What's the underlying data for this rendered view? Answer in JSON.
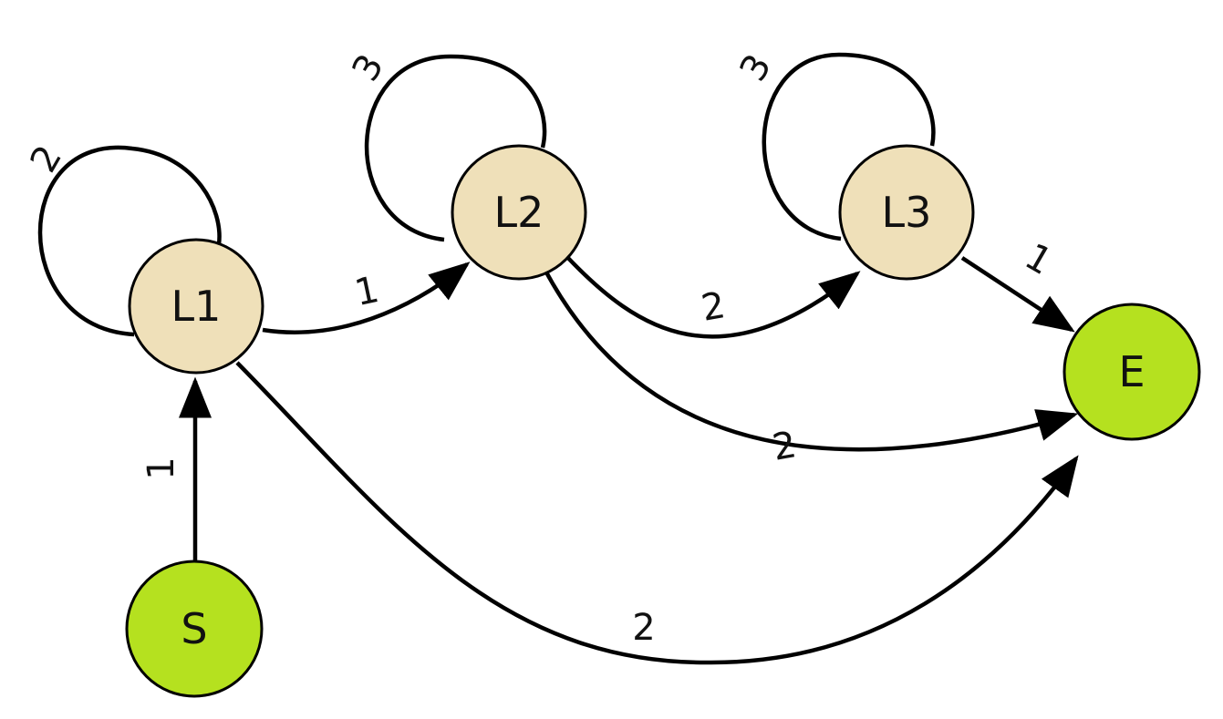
{
  "colors": {
    "state_node": "#efe0b9",
    "terminal_node": "#b5e11f",
    "stroke": "#000000"
  },
  "nodes": [
    {
      "id": "L1",
      "label": "L1",
      "kind": "state"
    },
    {
      "id": "L2",
      "label": "L2",
      "kind": "state"
    },
    {
      "id": "L3",
      "label": "L3",
      "kind": "state"
    },
    {
      "id": "S",
      "label": "S",
      "kind": "terminal"
    },
    {
      "id": "E",
      "label": "E",
      "kind": "terminal"
    }
  ],
  "edges": [
    {
      "id": "L1-L1",
      "from": "L1",
      "to": "L1",
      "weight": "2"
    },
    {
      "id": "L2-L2",
      "from": "L2",
      "to": "L2",
      "weight": "3"
    },
    {
      "id": "L3-L3",
      "from": "L3",
      "to": "L3",
      "weight": "3"
    },
    {
      "id": "S-L1",
      "from": "S",
      "to": "L1",
      "weight": "1"
    },
    {
      "id": "L1-L2",
      "from": "L1",
      "to": "L2",
      "weight": "1"
    },
    {
      "id": "L2-L3",
      "from": "L2",
      "to": "L3",
      "weight": "2"
    },
    {
      "id": "L3-E",
      "from": "L3",
      "to": "E",
      "weight": "1"
    },
    {
      "id": "L2-E",
      "from": "L2",
      "to": "E",
      "weight": "2"
    },
    {
      "id": "L1-E",
      "from": "L1",
      "to": "E",
      "weight": "2"
    }
  ]
}
